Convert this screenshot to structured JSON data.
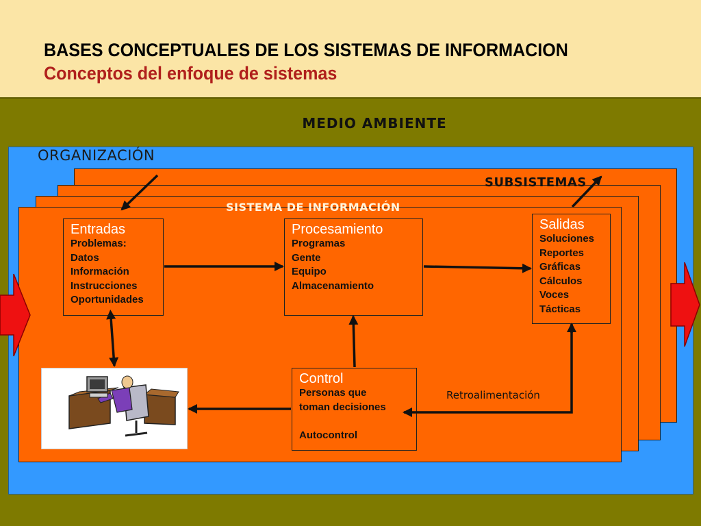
{
  "header": {
    "title": "BASES CONCEPTUALES DE LOS SISTEMAS DE INFORMACION",
    "subtitle": "Conceptos del enfoque de sistemas"
  },
  "diagram": {
    "environment_label": "MEDIO AMBIENTE",
    "organization_label": "ORGANIZACIÓN",
    "subsystems_label": "SUBSISTEMAS",
    "system_label": "SISTEMA DE INFORMACIÓN",
    "feedback_label": "Retroalimentación",
    "inputs": {
      "title": "Entradas",
      "items": [
        "Problemas:",
        "Datos",
        "Información",
        "Instrucciones",
        "Oportunidades"
      ]
    },
    "processing": {
      "title": "Procesamiento",
      "items": [
        "Programas",
        "Gente",
        "Equipo",
        "Almacenamiento"
      ]
    },
    "outputs": {
      "title": "Salidas",
      "items": [
        "Soluciones",
        "Reportes",
        "Gráficas",
        "Cálculos",
        "Voces",
        "Tácticas"
      ]
    },
    "control": {
      "title": "Control",
      "items": [
        "Personas que",
        "toman decisiones",
        "",
        "Autocontrol"
      ]
    }
  },
  "colors": {
    "header_bg": "#fbe5a6",
    "environment": "#7e7a00",
    "organization": "#3399ff",
    "system": "#ff6600",
    "title_accent": "#b0201c",
    "io_arrow": "#ee1111"
  },
  "icons": [
    "computer-user-clipart",
    "input-arrow-icon",
    "output-arrow-icon"
  ]
}
